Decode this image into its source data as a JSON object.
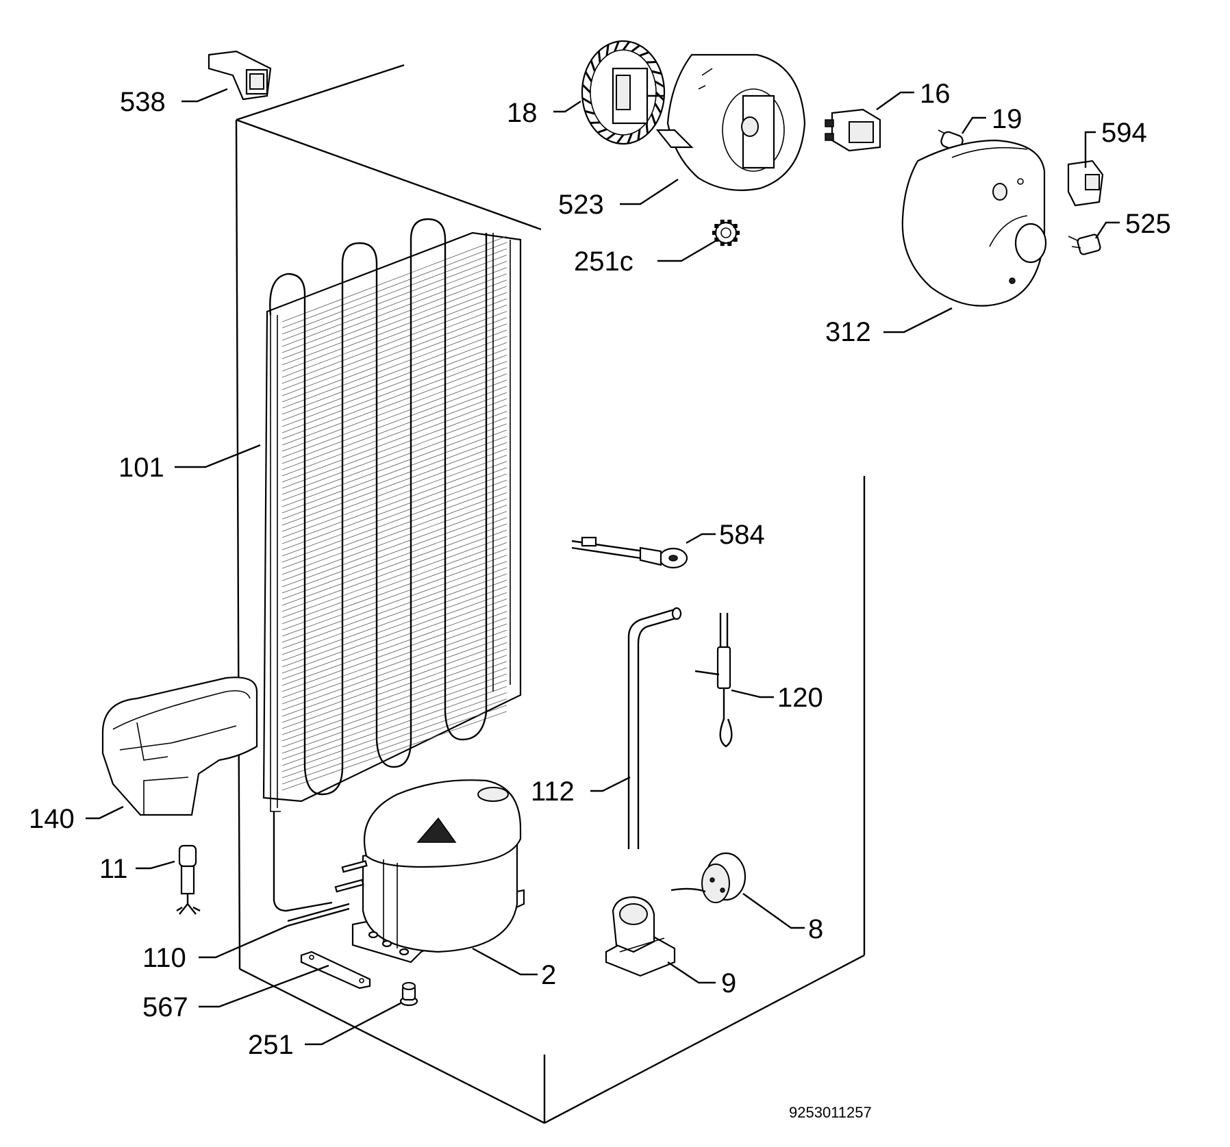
{
  "diagram": {
    "drawing_number": "9253011257",
    "callouts": [
      {
        "id": "538",
        "label": "538"
      },
      {
        "id": "18",
        "label": "18"
      },
      {
        "id": "16",
        "label": "16"
      },
      {
        "id": "19",
        "label": "19"
      },
      {
        "id": "594",
        "label": "594"
      },
      {
        "id": "523",
        "label": "523"
      },
      {
        "id": "525",
        "label": "525"
      },
      {
        "id": "251c",
        "label": "251c"
      },
      {
        "id": "312",
        "label": "312"
      },
      {
        "id": "101",
        "label": "101"
      },
      {
        "id": "584",
        "label": "584"
      },
      {
        "id": "120",
        "label": "120"
      },
      {
        "id": "112",
        "label": "112"
      },
      {
        "id": "140",
        "label": "140"
      },
      {
        "id": "11",
        "label": "11"
      },
      {
        "id": "8",
        "label": "8"
      },
      {
        "id": "110",
        "label": "110"
      },
      {
        "id": "2",
        "label": "2"
      },
      {
        "id": "9",
        "label": "9"
      },
      {
        "id": "567",
        "label": "567"
      },
      {
        "id": "251",
        "label": "251"
      }
    ]
  }
}
